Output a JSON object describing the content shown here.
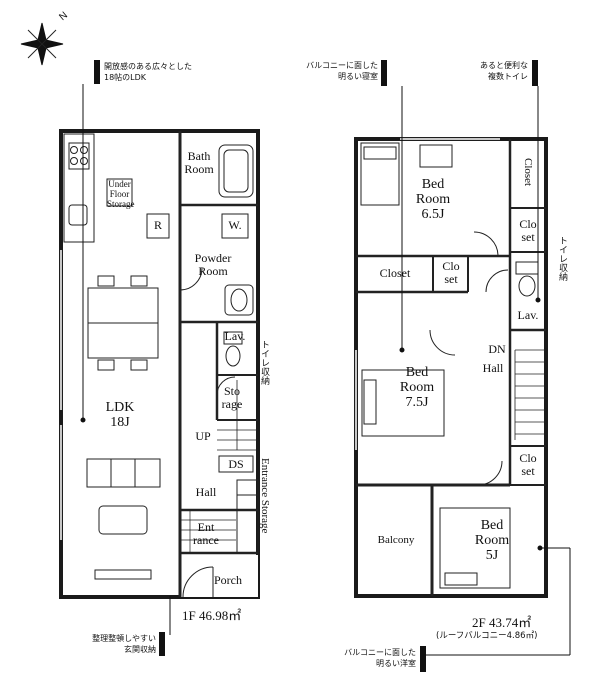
{
  "compass": {
    "north_label": "N"
  },
  "floor1": {
    "rooms": {
      "ldk": {
        "name": "LDK",
        "size": "18J"
      },
      "bath": {
        "line1": "Bath",
        "line2": "Room"
      },
      "powder": {
        "line1": "Powder",
        "line2": "Room"
      },
      "lav": "Lav.",
      "storage": {
        "line1": "Sto",
        "line2": "rage"
      },
      "ds": "DS",
      "hall": "Hall",
      "up": "UP",
      "entrance": {
        "line1": "Ent",
        "line2": "rance"
      },
      "porch": "Porch",
      "entrance_storage": "Entrance Storage",
      "toilet_storage": "トイレ収納",
      "under_floor": {
        "line1": "Under",
        "line2": "Floor",
        "line3": "Storage"
      },
      "fridge": "R",
      "washer": "W."
    },
    "area": "1F 46.98㎡"
  },
  "floor2": {
    "rooms": {
      "bed1": {
        "line1": "Bed",
        "line2": "Room",
        "size": "6.5J"
      },
      "bed2": {
        "line1": "Bed",
        "line2": "Room",
        "size": "7.5J"
      },
      "bed3": {
        "line1": "Bed",
        "line2": "Room",
        "size": "5J"
      },
      "closet_right": "Closet",
      "closet_mid": "Closet",
      "closet_small_1": {
        "line1": "Clo",
        "line2": "set"
      },
      "closet_small_2": {
        "line1": "Clo",
        "line2": "set"
      },
      "closet_small_3": {
        "line1": "Clo",
        "line2": "set"
      },
      "lav": "Lav.",
      "dn": "DN",
      "hall": "Hall",
      "balcony": "Balcony",
      "toilet_storage": "トイレ収納"
    },
    "area": "2F 43.74㎡",
    "area_sub": "(ルーフバルコニー4.86㎡)"
  },
  "callouts": {
    "ldk": {
      "line1": "開放感のある広々とした",
      "line2": "18帖のLDK"
    },
    "storage": {
      "line1": "整理整頓しやすい",
      "line2": "玄関収納"
    },
    "bedroom_balcony": {
      "line1": "バルコニーに面した",
      "line2": "明るい寝室"
    },
    "toilets": {
      "line1": "あると便利な",
      "line2": "複数トイレ"
    },
    "western_room": {
      "line1": "バルコニーに面した",
      "line2": "明るい洋室"
    }
  }
}
